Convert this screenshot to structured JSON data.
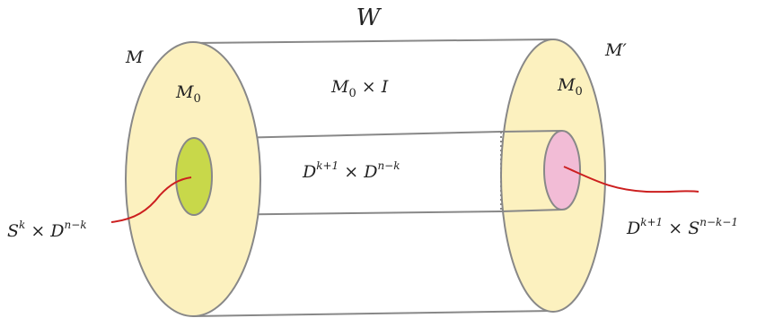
{
  "colors": {
    "disk_fill": "#fcf1bf",
    "disk_stroke": "#888888",
    "cylinder_stroke": "#888888",
    "left_hole_fill": "#c8d84a",
    "right_hole_fill": "#f2bcd6",
    "attaching_curve": "#cc1f1f",
    "text": "#222222"
  },
  "labels": {
    "W": "W",
    "M": "M",
    "M_prime": "M′",
    "M0_left": "M",
    "M0_left_sub": "0",
    "M0_right": "M",
    "M0_right_sub": "0",
    "M0xI_base": "M",
    "M0xI_sub": "0",
    "M0xI_rest": " × I",
    "handle_D1": "D",
    "handle_sup1": "k+1",
    "handle_times": " × D",
    "handle_sup2": "n−k",
    "left_S": "S",
    "left_sup1": "k",
    "left_times": " × D",
    "left_sup2": "n−k",
    "right_D": "D",
    "right_sup1": "k+1",
    "right_times": " × S",
    "right_sup2": "n−k−1"
  }
}
